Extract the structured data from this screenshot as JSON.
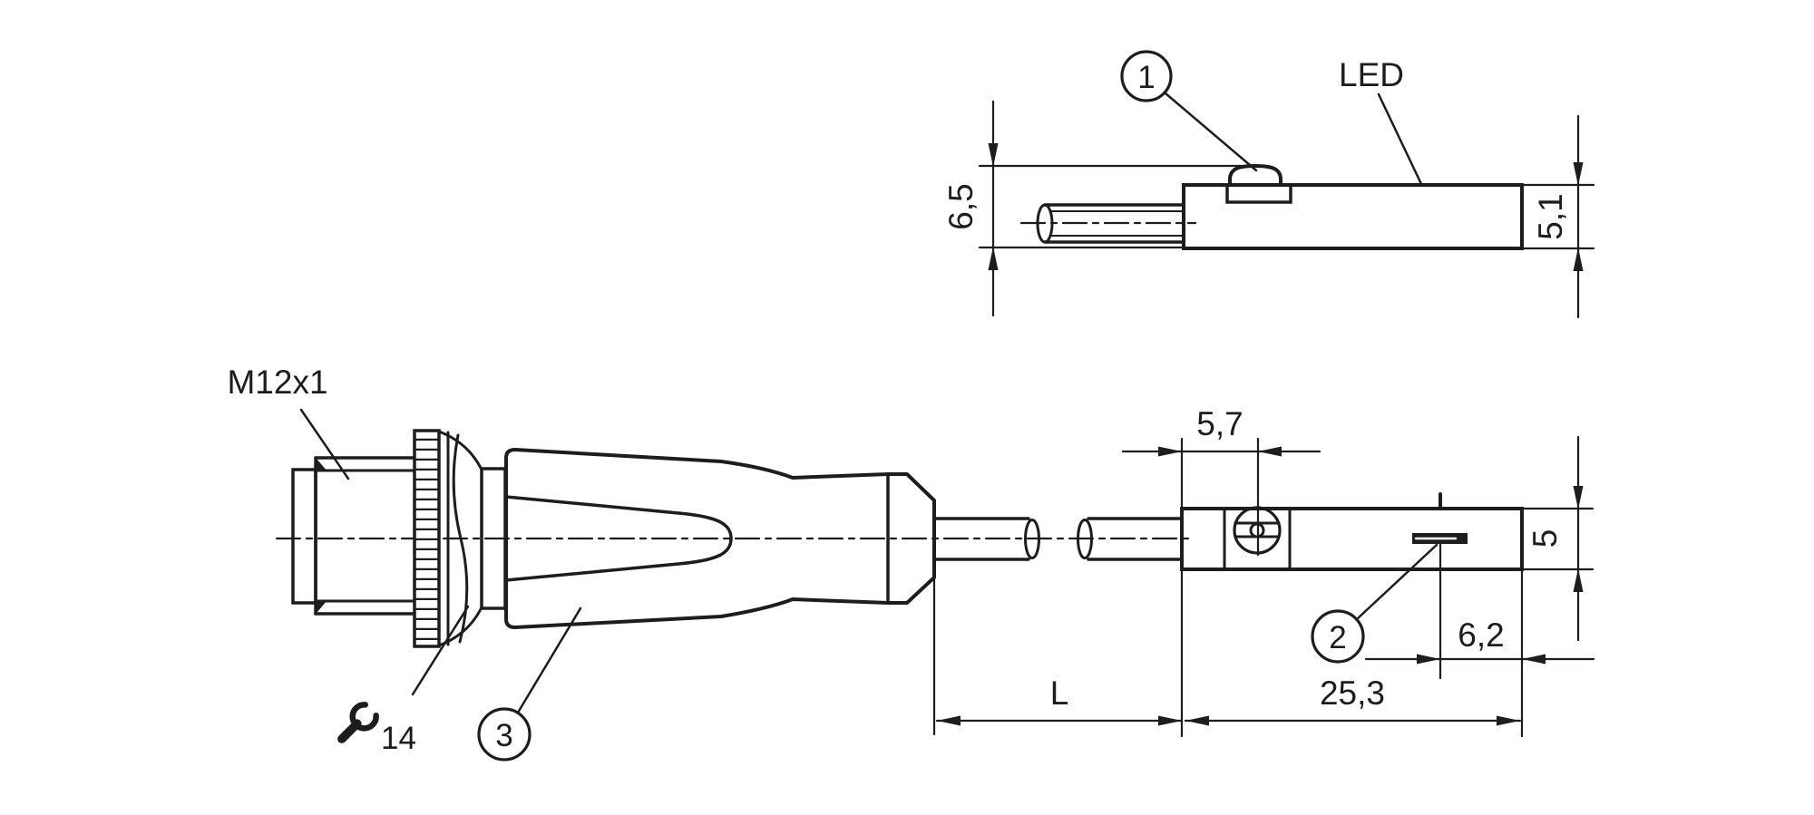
{
  "colors": {
    "line": "#1d1d1b",
    "background": "#ffffff"
  },
  "side_view": {
    "led_label": "LED",
    "callout_led": "1",
    "dim_total_height": "6,5",
    "dim_end_height": "5,1"
  },
  "front_view": {
    "thread_label": "M12x1",
    "wrench_size": "14",
    "callout_grip": "3",
    "callout_slot": "2",
    "dim_screw_offset": "5,7",
    "dim_body_height": "5",
    "dim_slot_offset": "6,2",
    "dim_body_length": "25,3",
    "dim_cable_length": "L"
  }
}
